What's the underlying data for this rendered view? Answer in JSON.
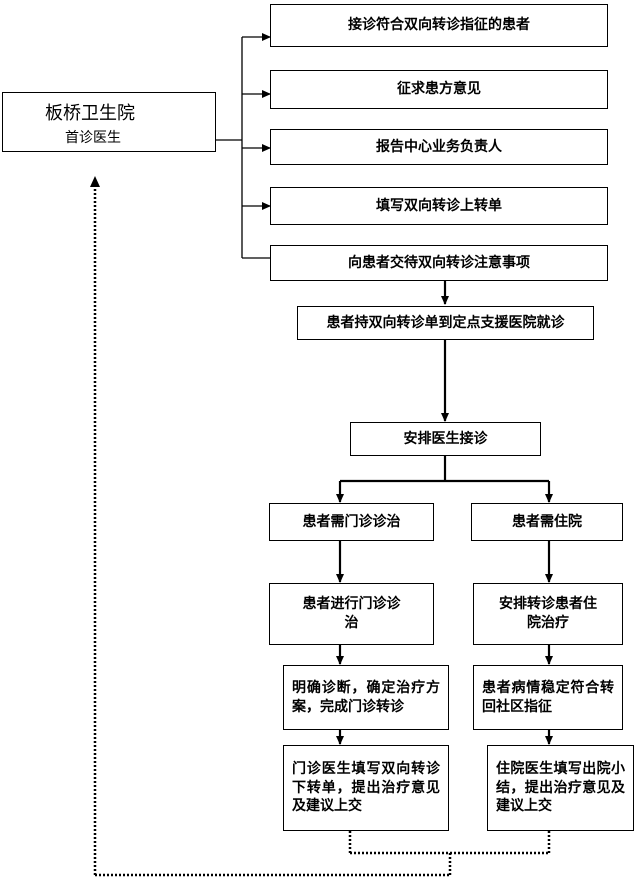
{
  "origin": {
    "title": "板桥卫生院",
    "subtitle": "首诊医生"
  },
  "steps": [
    "接诊符合双向转诊指征的患者",
    "征求患方意见",
    "报告中心业务负责人",
    "填写双向转诊上转单",
    "向患者交待双向转诊注意事项",
    "患者持双向转诊单到定点支援医院就诊",
    "安排医生接诊"
  ],
  "outpatient": [
    "患者需门诊诊治",
    "患者进行门诊诊治",
    "明确诊断，确定治疗方案，完成门诊转诊",
    "门诊医生填写双向转诊下转单，提出治疗意见及建议上交"
  ],
  "inpatient": [
    "患者需住院",
    "安排转诊患者住院治疗",
    "患者病情稳定符合转回社区指征",
    "住院医生填写出院小结，提出治疗意见及建议上交"
  ]
}
